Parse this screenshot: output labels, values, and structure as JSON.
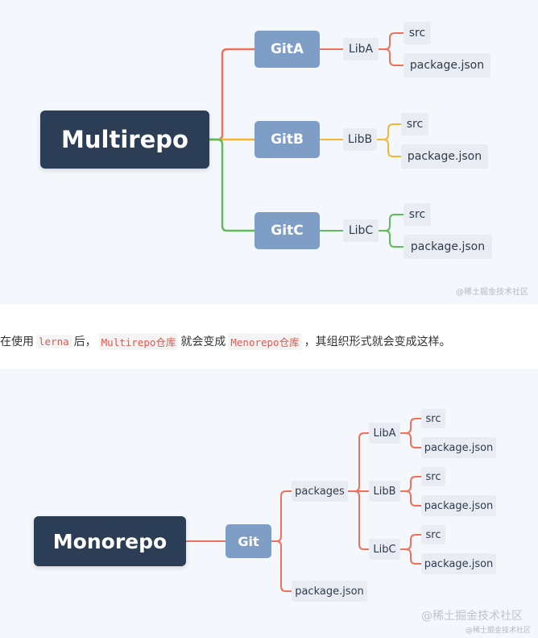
{
  "diagram1": {
    "root": "Multirepo",
    "repos": [
      {
        "label": "GitA",
        "lib": "LibA",
        "color": "#f0705a",
        "files": [
          "src",
          "package.json"
        ]
      },
      {
        "label": "GitB",
        "lib": "LibB",
        "color": "#f5b731",
        "files": [
          "src",
          "package.json"
        ]
      },
      {
        "label": "GitC",
        "lib": "LibC",
        "color": "#5cbd5a",
        "files": [
          "src",
          "package.json"
        ]
      }
    ],
    "watermark": "@稀土掘金技术社区"
  },
  "sentence": {
    "part1": "在使用",
    "code1": "lerna",
    "part2": "后，",
    "code2": "Multirepo仓库",
    "part3": "就会变成",
    "code3": "Menorepo仓库",
    "part4": "，其组织形式就会变成这样。"
  },
  "diagram2": {
    "root": "Monorepo",
    "git": "Git",
    "packages_label": "packages",
    "package_json": "package.json",
    "libs": [
      {
        "label": "LibA",
        "files": [
          "src",
          "package.json"
        ]
      },
      {
        "label": "LibB",
        "files": [
          "src",
          "package.json"
        ]
      },
      {
        "label": "LibC",
        "files": [
          "src",
          "package.json"
        ]
      }
    ],
    "line_color": "#f0705a",
    "watermark": "@稀土掘金技术社区",
    "watermark_small": "@稀土掘金技术社区"
  }
}
